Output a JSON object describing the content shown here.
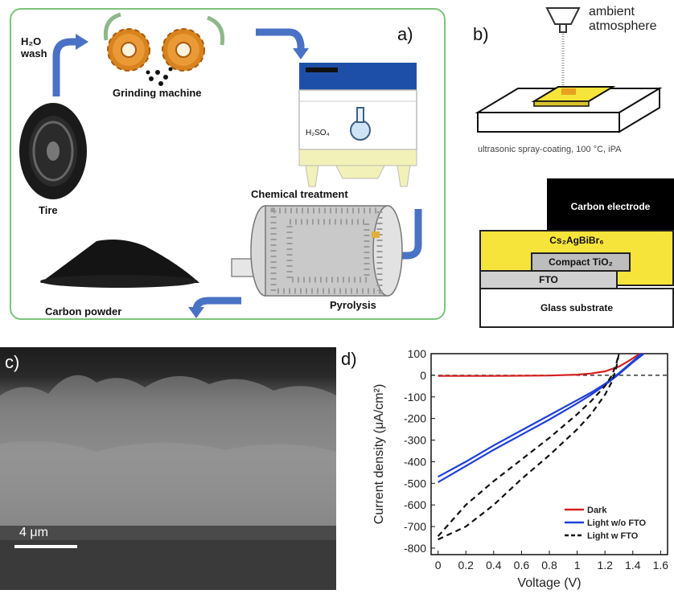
{
  "panel_a": {
    "letter": "a)",
    "water_wash": "H₂O wash",
    "grinding": "Grinding machine",
    "chemical": "Chemical treatment",
    "h2so4": "H₂SO₄",
    "tire": "Tire",
    "pyrolysis": "Pyrolysis",
    "carbon_powder": "Carbon powder",
    "colors": {
      "border": "#7cc47a",
      "arrow": "#4a72c4",
      "gear": "#d9831f",
      "hood_top": "#1e4fa8",
      "hood_base": "#f2f2b8"
    }
  },
  "panel_b": {
    "letter": "b)",
    "ambient": "ambient",
    "atmosphere": "atmosphere",
    "caption": "ultrasonic spray-coating, 100 °C, iPA",
    "layers": {
      "carbon": "Carbon electrode",
      "perovskite": "Cs₂AgBiBr₆",
      "tio2": "Compact TiO₂",
      "fto": "FTO",
      "glass": "Glass substrate"
    },
    "colors": {
      "carbon": "#000000",
      "perovskite": "#f7e43a",
      "tio2": "#bdbdbd",
      "fto": "#d0d0d0",
      "glass": "#ffffff"
    }
  },
  "panel_c": {
    "letter": "c)",
    "scale_bar": "4 μm"
  },
  "panel_d": {
    "letter": "d)"
  },
  "chart_data": {
    "type": "line",
    "xlabel": "Voltage (V)",
    "ylabel": "Current density (μA/cm²)",
    "xlim": [
      -0.05,
      1.65
    ],
    "ylim": [
      -830,
      100
    ],
    "xticks": [
      0,
      0.2,
      0.4,
      0.6,
      0.8,
      1,
      1.2,
      1.4,
      1.6
    ],
    "xtick_labels": [
      "0",
      "0.2",
      "0.4",
      "0.6",
      "0.8",
      "1",
      "1.2",
      "1.4",
      "1.6"
    ],
    "yticks": [
      100,
      0,
      -100,
      -200,
      -300,
      -400,
      -500,
      -600,
      -700,
      -800
    ],
    "ytick_labels": [
      "100",
      "0",
      "-100",
      "-200",
      "-300",
      "-400",
      "-500",
      "-600",
      "-700",
      "-800"
    ],
    "reference_line_y": 0,
    "legend_position": "bottom-right",
    "series": [
      {
        "name": "Dark",
        "color": "#d62020",
        "dash": "solid",
        "points": [
          [
            0,
            -3
          ],
          [
            0.4,
            -3
          ],
          [
            0.8,
            -1
          ],
          [
            1.0,
            3
          ],
          [
            1.1,
            8
          ],
          [
            1.2,
            18
          ],
          [
            1.3,
            40
          ],
          [
            1.38,
            70
          ],
          [
            1.45,
            100
          ]
        ]
      },
      {
        "name": "Light w/o FTO",
        "color": "#1f3fd8",
        "dash": "solid",
        "points": [
          [
            0,
            -495
          ],
          [
            0.2,
            -420
          ],
          [
            0.4,
            -345
          ],
          [
            0.6,
            -275
          ],
          [
            0.8,
            -205
          ],
          [
            1.0,
            -130
          ],
          [
            1.1,
            -90
          ],
          [
            1.2,
            -45
          ],
          [
            1.3,
            5
          ],
          [
            1.4,
            60
          ],
          [
            1.48,
            100
          ]
        ]
      },
      {
        "name": "Light w/o FTO",
        "color": "#1f3fd8",
        "dash": "solid",
        "points": [
          [
            0,
            -470
          ],
          [
            0.2,
            -400
          ],
          [
            0.4,
            -325
          ],
          [
            0.6,
            -255
          ],
          [
            0.8,
            -185
          ],
          [
            1.0,
            -115
          ],
          [
            1.1,
            -80
          ],
          [
            1.2,
            -40
          ],
          [
            1.3,
            10
          ],
          [
            1.4,
            65
          ],
          [
            1.46,
            100
          ]
        ]
      },
      {
        "name": "Light w FTO",
        "color": "#111111",
        "dash": "dashed",
        "points": [
          [
            0,
            -760
          ],
          [
            0.2,
            -700
          ],
          [
            0.4,
            -600
          ],
          [
            0.6,
            -480
          ],
          [
            0.8,
            -370
          ],
          [
            1.0,
            -250
          ],
          [
            1.1,
            -180
          ],
          [
            1.2,
            -90
          ],
          [
            1.25,
            -30
          ],
          [
            1.28,
            30
          ],
          [
            1.3,
            100
          ]
        ]
      },
      {
        "name": "Light w FTO",
        "color": "#111111",
        "dash": "dashed",
        "points": [
          [
            0,
            -745
          ],
          [
            0.2,
            -600
          ],
          [
            0.4,
            -490
          ],
          [
            0.6,
            -390
          ],
          [
            0.8,
            -290
          ],
          [
            1.0,
            -180
          ],
          [
            1.1,
            -120
          ],
          [
            1.2,
            -50
          ],
          [
            1.25,
            0
          ],
          [
            1.28,
            50
          ],
          [
            1.3,
            100
          ]
        ]
      }
    ],
    "legend": [
      {
        "name": "Dark",
        "color": "#d62020",
        "dash": "solid"
      },
      {
        "name": "Light w/o FTO",
        "color": "#1f3fd8",
        "dash": "solid"
      },
      {
        "name": "Light w FTO",
        "color": "#111111",
        "dash": "dashed"
      }
    ]
  }
}
